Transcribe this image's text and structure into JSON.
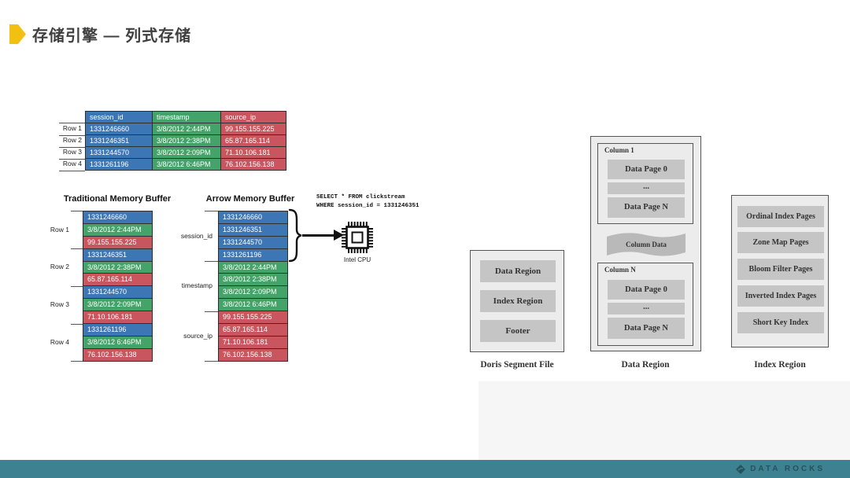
{
  "slide": {
    "title": "存储引擎 — 列式存储"
  },
  "colors": {
    "accent_yellow": "#f2c011",
    "column_blue": "#3d76b4",
    "column_green": "#44a368",
    "column_red": "#c9565f",
    "footer_teal": "#3e8191",
    "diagram_gray": "#c5c5c5"
  },
  "row_table": {
    "headers": [
      "session_id",
      "timestamp",
      "source_ip"
    ],
    "row_labels": [
      "Row 1",
      "Row 2",
      "Row 3",
      "Row 4"
    ],
    "rows": [
      [
        "1331246660",
        "3/8/2012 2:44PM",
        "99.155.155.225"
      ],
      [
        "1331246351",
        "3/8/2012 2:38PM",
        "65.87.165.114"
      ],
      [
        "1331244570",
        "3/8/2012 2:09PM",
        "71.10.106.181"
      ],
      [
        "1331261196",
        "3/8/2012 6:46PM",
        "76.102.156.138"
      ]
    ]
  },
  "traditional_buffer": {
    "title": "Traditional Memory Buffer",
    "row_labels": [
      "Row 1",
      "Row 2",
      "Row 3",
      "Row 4"
    ],
    "cells": [
      "1331246660",
      "3/8/2012 2:44PM",
      "99.155.155.225",
      "1331246351",
      "3/8/2012 2:38PM",
      "65.87.165.114",
      "1331244570",
      "3/8/2012 2:09PM",
      "71.10.106.181",
      "1331261196",
      "3/8/2012 6:46PM",
      "76.102.156.138"
    ]
  },
  "arrow_buffer": {
    "title": "Arrow Memory Buffer",
    "groups": [
      {
        "label": "session_id",
        "values": [
          "1331246660",
          "1331246351",
          "1331244570",
          "1331261196"
        ]
      },
      {
        "label": "timestamp",
        "values": [
          "3/8/2012 2:44PM",
          "3/8/2012 2:38PM",
          "3/8/2012 2:09PM",
          "3/8/2012 6:46PM"
        ]
      },
      {
        "label": "source_ip",
        "values": [
          "99.155.155.225",
          "65.87.165.114",
          "71.10.106.181",
          "76.102.156.138"
        ]
      }
    ]
  },
  "query": {
    "sql_line1": "SELECT * FROM clickstream",
    "sql_line2": "WHERE session_id = 1331246351",
    "cpu_label": "Intel CPU"
  },
  "doris_segment_file": {
    "caption": "Doris Segment File",
    "sections": [
      "Data Region",
      "Index Region",
      "Footer"
    ]
  },
  "data_region": {
    "caption": "Data Region",
    "ribbon_label": "Column Data",
    "columns": [
      {
        "label": "Column 1",
        "pages": [
          "Data Page 0",
          "...",
          "Data Page N"
        ]
      },
      {
        "label": "Column N",
        "pages": [
          "Data Page 0",
          "...",
          "Data Page N"
        ]
      }
    ]
  },
  "index_region": {
    "caption": "Index Region",
    "pages": [
      "Ordinal Index Pages",
      "Zone Map Pages",
      "Bloom Filter Pages",
      "Inverted Index Pages",
      "Short Key Index"
    ]
  },
  "footer": {
    "brand": "DATA ROCKS"
  }
}
